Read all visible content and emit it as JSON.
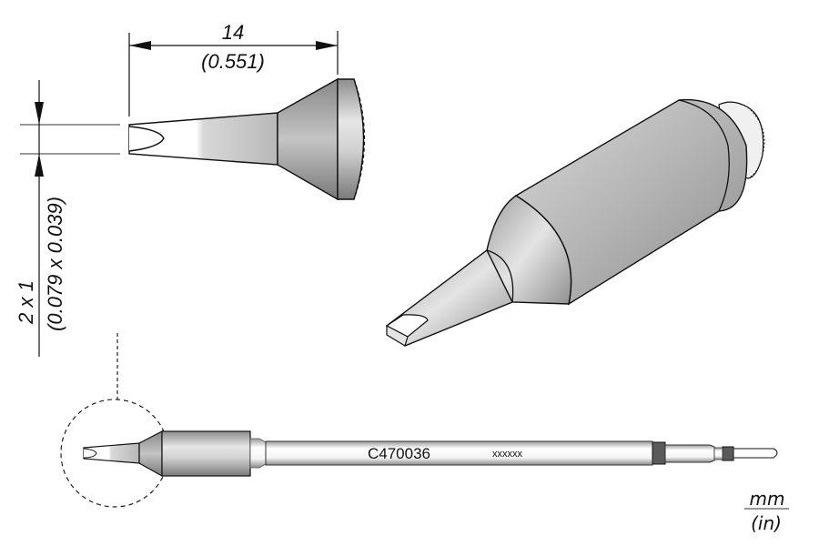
{
  "drawing": {
    "length_dimension": {
      "mm": "14",
      "in": "(0.551)"
    },
    "tip_dimension": {
      "mm": "2 x 1",
      "in": "(0.079 x 0.039)"
    },
    "part_number": "C470036",
    "serial_placeholder": "xxxxxx",
    "units": {
      "primary": "mm",
      "secondary": "(in)"
    }
  },
  "colors": {
    "outline": "#111111",
    "body_light": "#e8e8e8",
    "body_mid": "#b8b8b8",
    "body_dark": "#8a8a8a",
    "ring_dark": "#555555"
  }
}
